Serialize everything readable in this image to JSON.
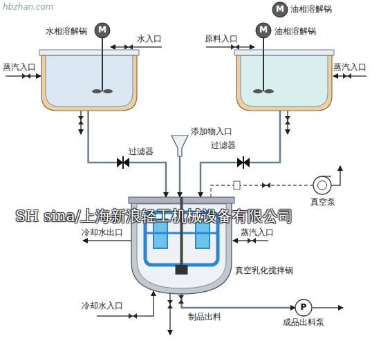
{
  "diagram": {
    "nodes": [
      {
        "text": [
          "水相溶解锅"
        ]
      },
      {
        "text": [
          "油相溶解锅"
        ]
      },
      {
        "text": [
          "真空乳化搅拌锅"
        ]
      },
      {
        "text": [
          "真空泵"
        ]
      },
      {
        "text": [
          "P",
          "成品出料泵"
        ]
      },
      {
        "text": [
          "M"
        ]
      },
      {
        "text": [
          "M"
        ]
      },
      {
        "text": [
          "M"
        ]
      },
      {
        "text": [
          "添加物入口"
        ]
      }
    ],
    "edges": [
      {
        "from": 0,
        "to": 2,
        "arrow": "to"
      },
      {
        "from": 1,
        "to": 2,
        "arrow": "to"
      },
      {
        "from": 8,
        "to": 2,
        "arrow": "to"
      },
      {
        "from": 2,
        "to": 3,
        "arrow": "none"
      },
      {
        "from": 2,
        "to": 4,
        "arrow": "to"
      },
      {
        "from": 5,
        "to": 0,
        "arrow": "none"
      },
      {
        "from": 6,
        "to": 1,
        "arrow": "none"
      }
    ],
    "labels": [
      "hbzhan.com",
      "油相溶解锅",
      "水入口",
      "蒸汽入口",
      "原料入口",
      "蒸汽入口",
      "过滤器",
      "过滤器",
      "SH sina/上海新浪轻工机械设备有限公司",
      "冷却水出口",
      "蒸汽入口",
      "冷却水入口",
      "制品出料"
    ]
  }
}
